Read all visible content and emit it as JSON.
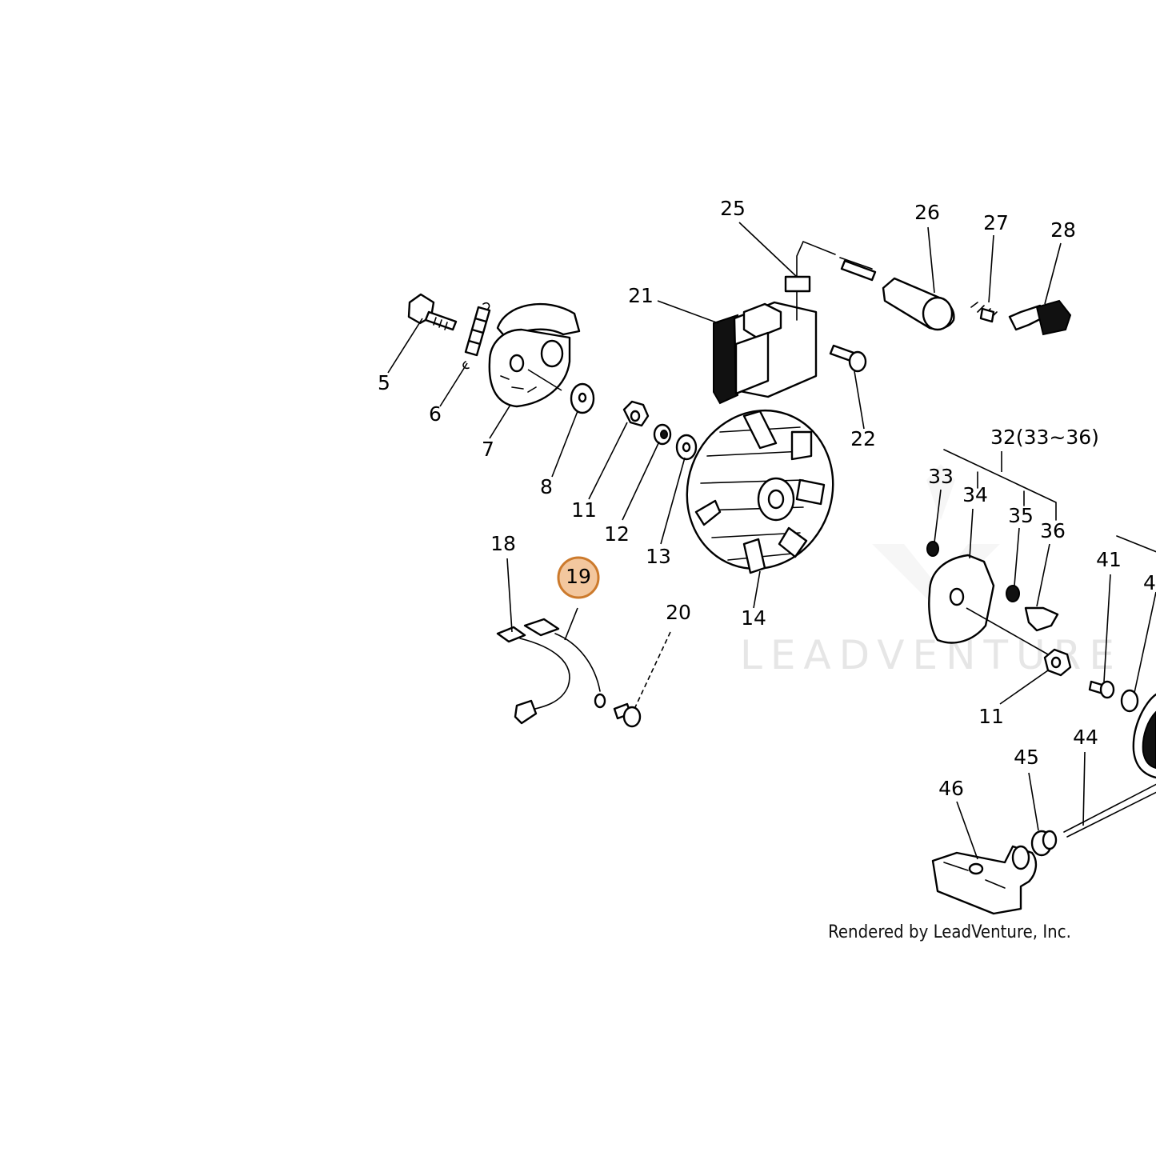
{
  "diagram": {
    "credit": "Rendered by LeadVenture, Inc.",
    "watermark": "LEADVENTURE",
    "highlight_color": "#f3c79e",
    "highlight_border": "#cc7a2c",
    "highlighted_part": "19",
    "labels": {
      "p5": "5",
      "p6": "6",
      "p7": "7",
      "p8": "8",
      "p11a": "11",
      "p12": "12",
      "p13": "13",
      "p14": "14",
      "p18": "18",
      "p19": "19",
      "p20": "20",
      "p21": "21",
      "p22": "22",
      "p25": "25",
      "p26": "26",
      "p27": "27",
      "p28": "28",
      "p32": "32(33~36)",
      "p33": "33",
      "p34": "34",
      "p35": "35",
      "p36": "36",
      "p41": "41",
      "p4x": "4",
      "p11b": "11",
      "p44": "44",
      "p45": "45",
      "p46": "46"
    }
  }
}
